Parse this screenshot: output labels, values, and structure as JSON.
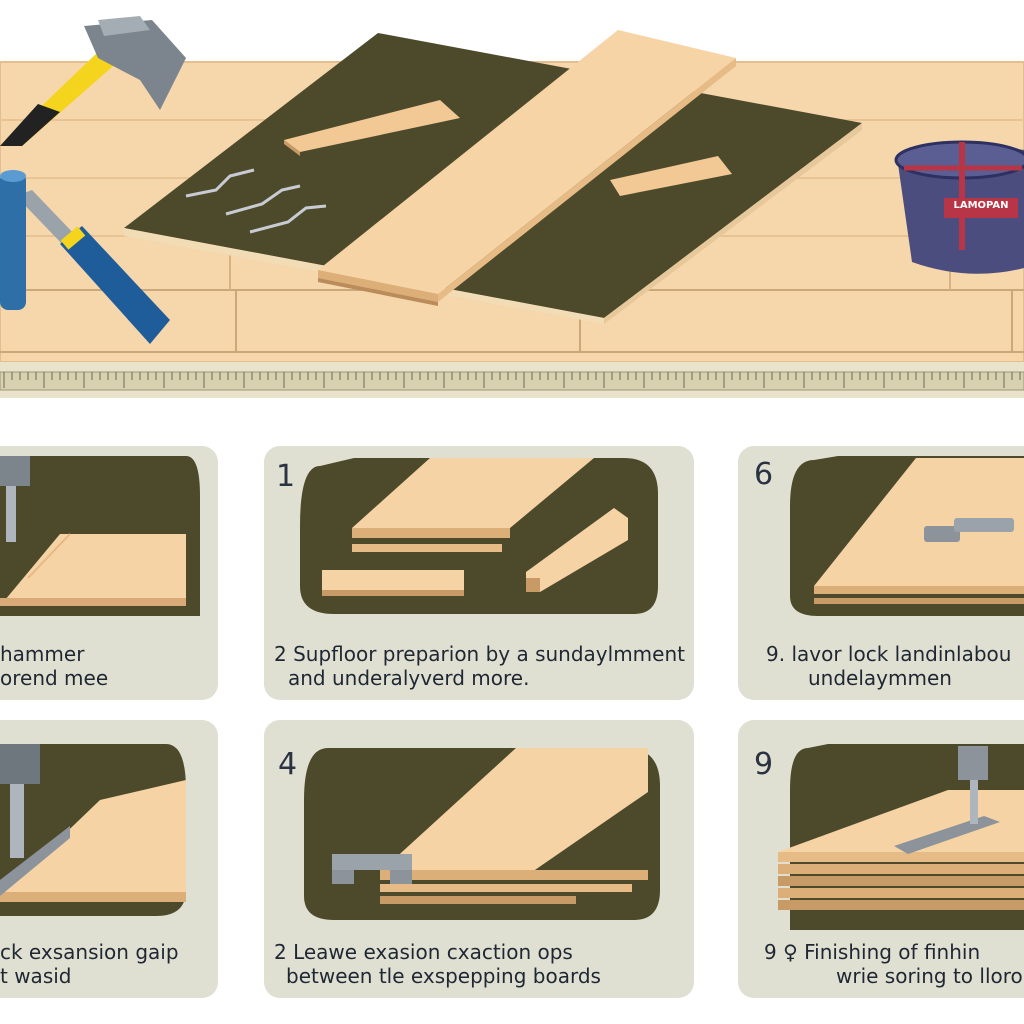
{
  "bucket_label": "LAMOPAN",
  "panels": [
    {
      "id": "panel-1",
      "number": "",
      "caption_lines": [
        "hammer",
        "orend mee"
      ]
    },
    {
      "id": "panel-2",
      "number": "1",
      "caption_lines": [
        "2 Supfloor preparion by a sundaylmment",
        "and underalyverd more."
      ]
    },
    {
      "id": "panel-3",
      "number": "6",
      "caption_lines": [
        "9.   lavor lock landinlabou",
        "undelaymmen"
      ]
    },
    {
      "id": "panel-4",
      "number": "",
      "caption_lines": [
        "ck exsansion gaip",
        "t wasid"
      ]
    },
    {
      "id": "panel-5",
      "number": "4",
      "caption_lines": [
        "2 Leawe exasion cxaction ops",
        "between tle exspepping boards"
      ]
    },
    {
      "id": "panel-6",
      "number": "9",
      "caption_lines": [
        "9 ♀ Finishing of finhin",
        "wrie soring to lloror"
      ]
    }
  ],
  "colors": {
    "wood": "#f6d3a4",
    "wood_dark": "#e8b987",
    "underlay": "#4d4a2c",
    "panel_bg": "#dfe0d2",
    "text": "#1f2733"
  }
}
